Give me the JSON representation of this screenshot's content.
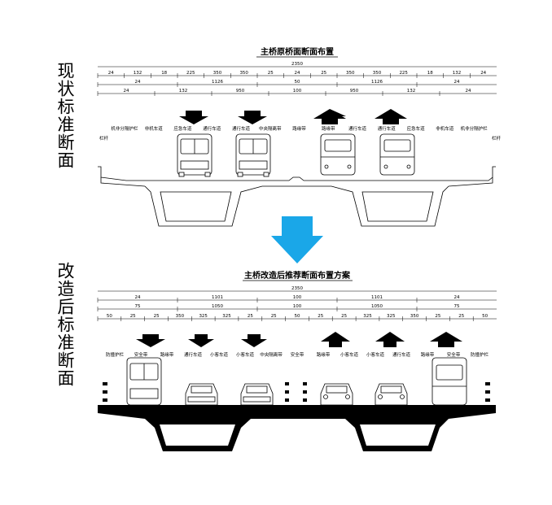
{
  "side_labels": {
    "top": "现状标准断面",
    "bottom": "改造后标准断面"
  },
  "top_section": {
    "title": "主桥原桥面断面布置",
    "dims_total": "2350",
    "dims_row1": [
      "24",
      "132",
      "18",
      "225",
      "350",
      "350",
      "25",
      "24",
      "25",
      "350",
      "350",
      "225",
      "18",
      "132",
      "24"
    ],
    "dims_row2": [
      "24",
      "1126",
      "50",
      "1126",
      "24"
    ],
    "dims_row3": [
      "24",
      "132",
      "950",
      "100",
      "950",
      "132",
      "24"
    ],
    "lanes": [
      "机非分隔护栏",
      "非机车道",
      "应急车道",
      "通行车道",
      "通行车道",
      "中央隔离带",
      "路缘带",
      "路缘带",
      "通行车道",
      "通行车道",
      "应急车道",
      "非机车道",
      "机非分隔护栏"
    ],
    "railing_left": "栏杆",
    "railing_right": "栏杆"
  },
  "bottom_section": {
    "title": "主桥改造后推荐断面布置方案",
    "dims_total": "2350",
    "dims_row1": [
      "24",
      "1101",
      "100",
      "1101",
      "24"
    ],
    "dims_row2": [
      "75",
      "1050",
      "100",
      "1050",
      "75"
    ],
    "dims_row3": [
      "50",
      "25",
      "25",
      "350",
      "325",
      "325",
      "25",
      "25",
      "50",
      "25",
      "25",
      "325",
      "325",
      "350",
      "25",
      "25",
      "50"
    ],
    "lanes": [
      "防撞护栏",
      "安全带",
      "路缘带",
      "通行车道",
      "小客车道",
      "小客车道",
      "中央隔离带",
      "安全带",
      "路缘带",
      "小客车道",
      "小客车道",
      "通行车道",
      "路缘带",
      "安全带",
      "防撞护栏"
    ]
  },
  "colors": {
    "arrow": "#1aa7e8",
    "line": "#000000"
  }
}
